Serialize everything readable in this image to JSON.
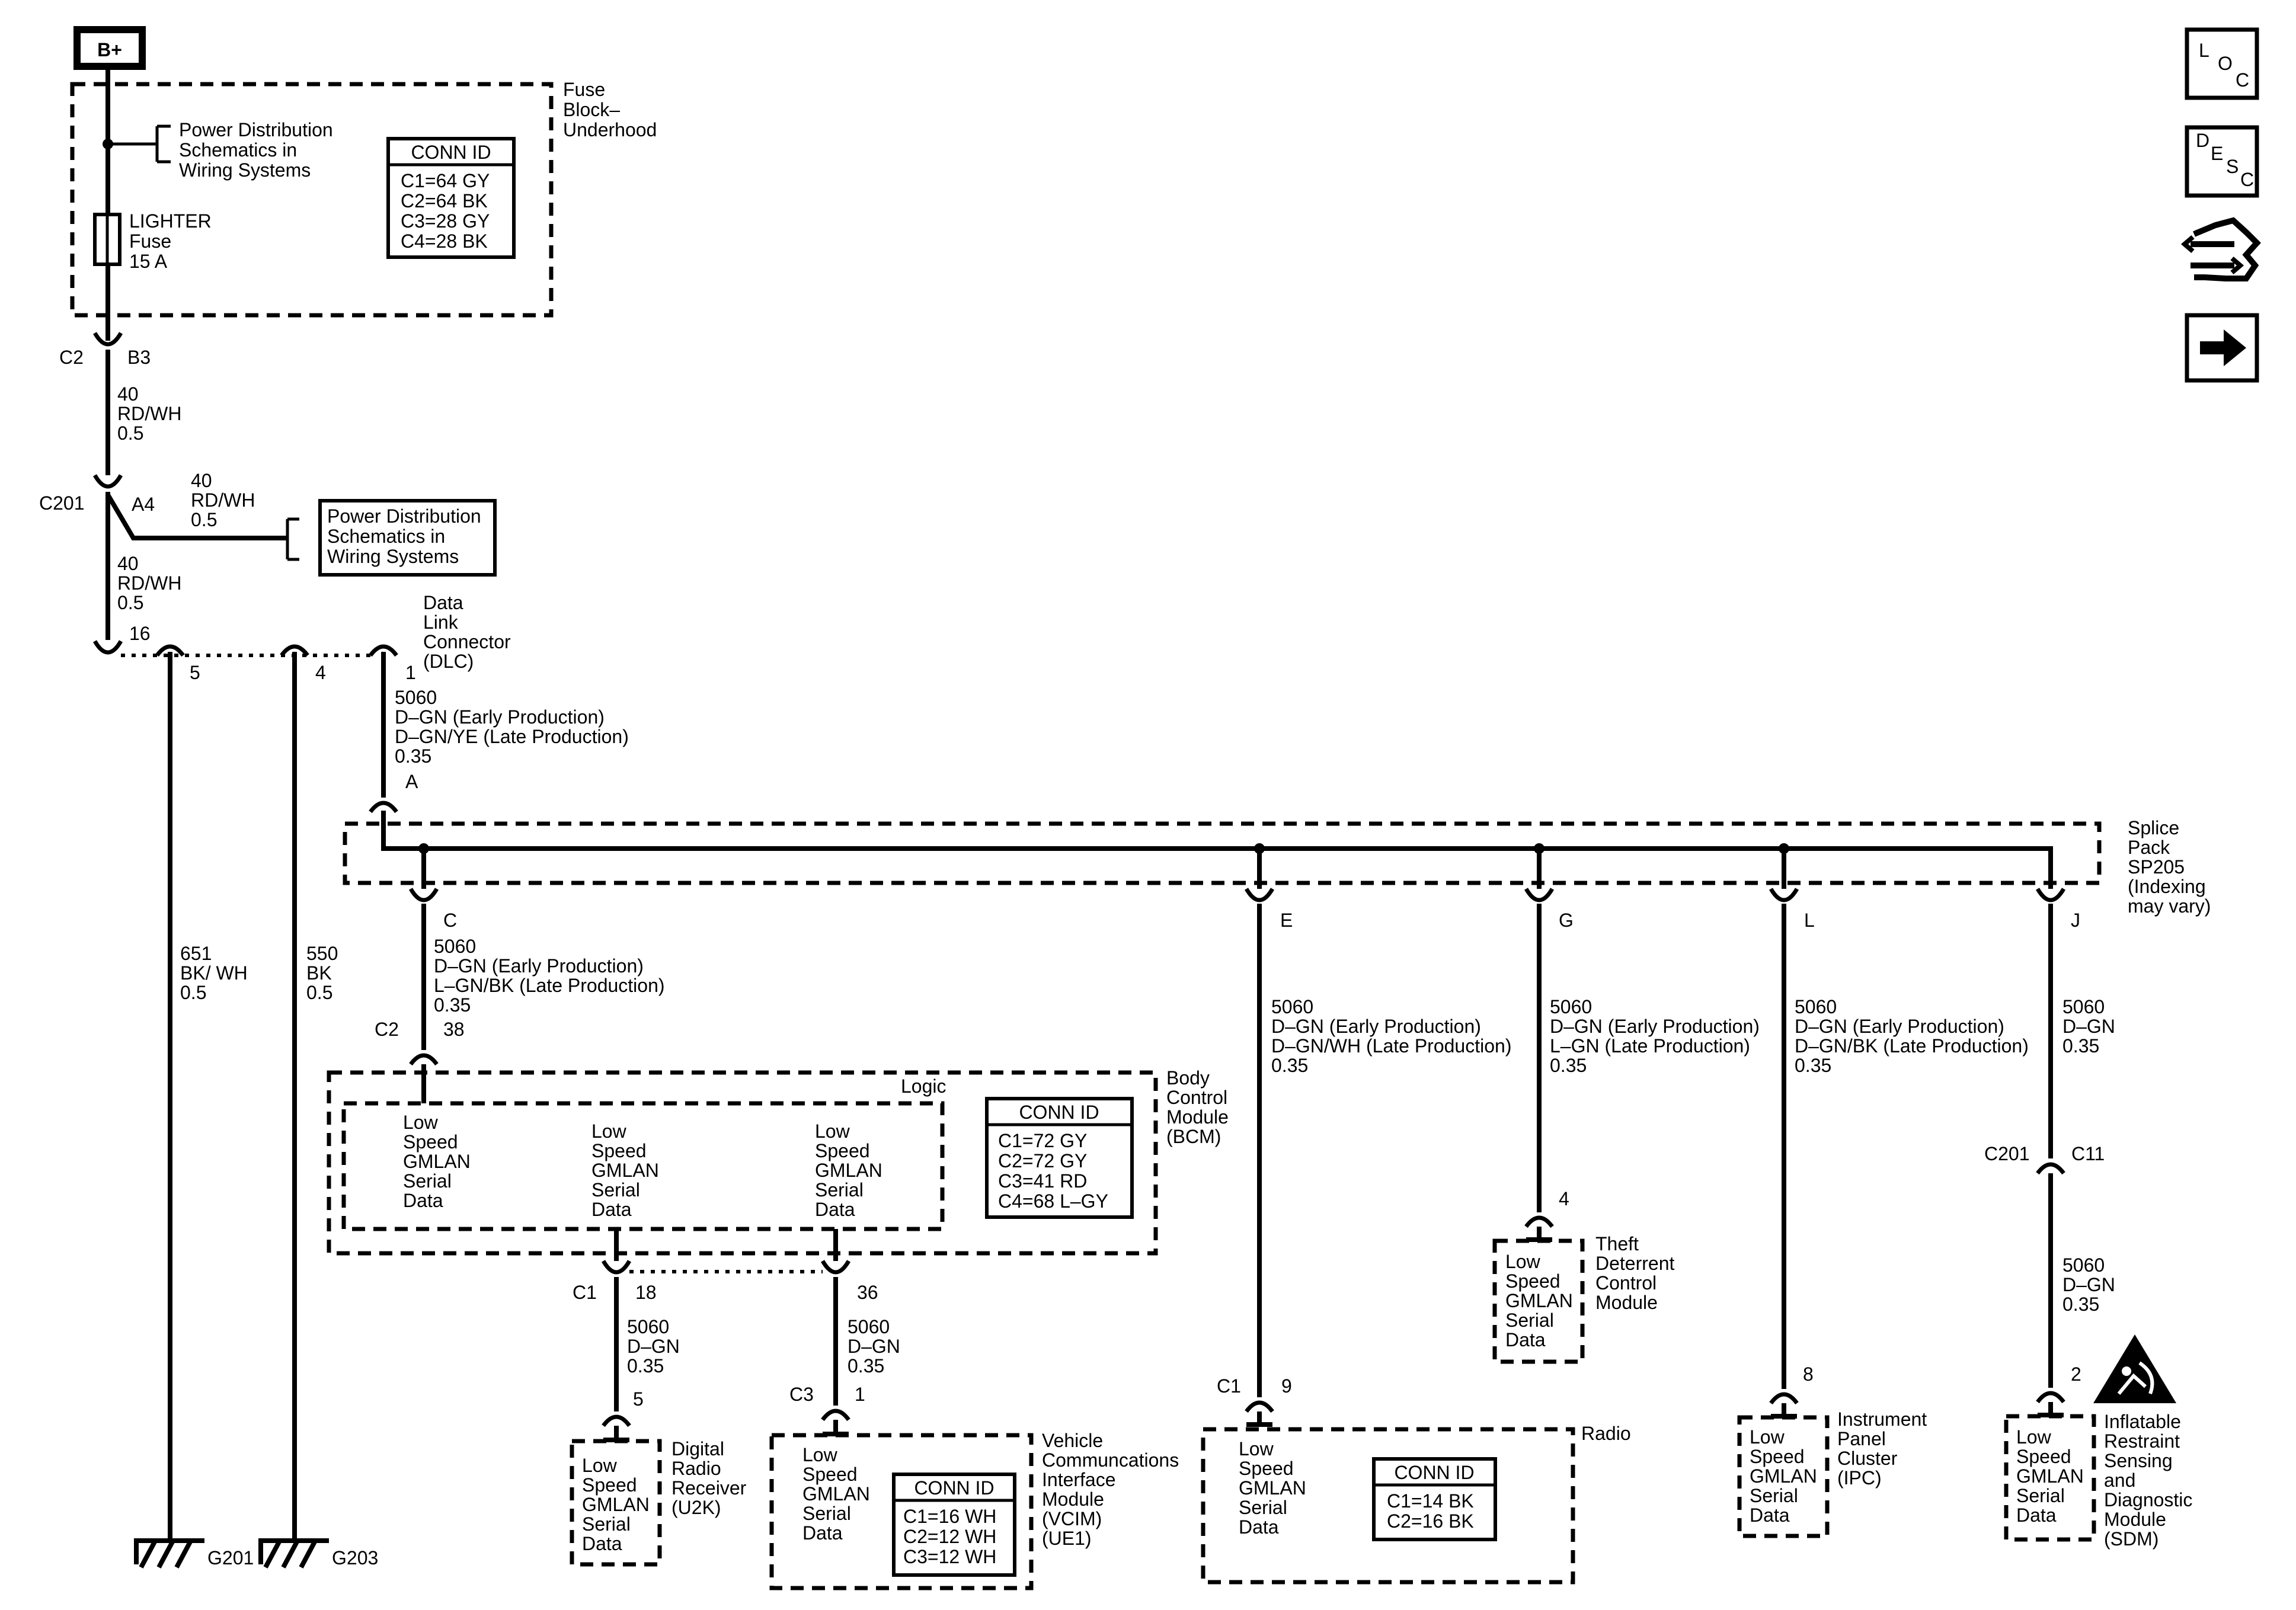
{
  "battery": "B+",
  "fuse_block": {
    "label": [
      "Fuse",
      "Block–",
      "Underhood"
    ],
    "pds_label": [
      "Power Distribution",
      "Schematics in",
      "Wiring Systems"
    ],
    "fuse_label": [
      "LIGHTER",
      "Fuse",
      "15 A"
    ],
    "conn_id": {
      "title": "CONN ID",
      "rows": [
        "C1=64 GY",
        "C2=64 BK",
        "C3=28 GY",
        "C4=28 BK"
      ]
    }
  },
  "c2": {
    "conn": "C2",
    "pin": "B3"
  },
  "wire_b3": [
    "40",
    "RD/WH",
    "0.5"
  ],
  "c201_top": {
    "conn": "C201",
    "pin": "A4"
  },
  "wire_a4_branch": [
    "40",
    "RD/WH",
    "0.5"
  ],
  "pds_box": [
    "Power Distribution",
    "Schematics in",
    "Wiring Systems"
  ],
  "wire_a4_down": [
    "40",
    "RD/WH",
    "0.5"
  ],
  "dlc": {
    "label": [
      "Data",
      "Link",
      "Connector",
      "(DLC)"
    ],
    "pins": {
      "p16": "16",
      "p5": "5",
      "p4": "4",
      "p1": "1"
    }
  },
  "wire_dlc1": [
    "5060",
    "D–GN (Early Production)",
    "D–GN/YE (Late Production)",
    "0.35"
  ],
  "wire_g201": [
    "651",
    "BK/ WH",
    "0.5"
  ],
  "wire_g203": [
    "550",
    "BK",
    "0.5"
  ],
  "grounds": [
    "G201",
    "G203"
  ],
  "splice_pack": {
    "label": [
      "Splice",
      "Pack",
      "SP205",
      "(Indexing",
      "may vary)"
    ],
    "pins": {
      "a": "A",
      "c": "C",
      "e": "E",
      "g": "G",
      "l": "L",
      "j": "J"
    }
  },
  "wire_c": [
    "5060",
    "D–GN (Early Production)",
    "L–GN/BK (Late Production)",
    "0.35"
  ],
  "wire_e": [
    "5060",
    "D–GN (Early Production)",
    "D–GN/WH (Late Production)",
    "0.35"
  ],
  "wire_g": [
    "5060",
    "D–GN (Early Production)",
    "L–GN (Late Production)",
    "0.35"
  ],
  "wire_l": [
    "5060",
    "D–GN (Early Production)",
    "D–GN/BK (Late Production)",
    "0.35"
  ],
  "wire_j": [
    "5060",
    "D–GN",
    "0.35"
  ],
  "bcm": {
    "conn_top": {
      "conn": "C2",
      "pin": "38"
    },
    "logic": "Logic",
    "label": [
      "Body",
      "Control",
      "Module",
      "(BCM)"
    ],
    "serial": [
      "Low",
      "Speed",
      "GMLAN",
      "Serial",
      "Data"
    ],
    "conn_id": {
      "title": "CONN ID",
      "rows": [
        "C1=72 GY",
        "C2=72 GY",
        "C3=41 RD",
        "C4=68 L–GY"
      ]
    },
    "conn_bottom": {
      "conn": "C1",
      "pin18": "18",
      "pin36": "36"
    }
  },
  "wire_18": [
    "5060",
    "D–GN",
    "0.35"
  ],
  "wire_36": [
    "5060",
    "D–GN",
    "0.35"
  ],
  "u2k": {
    "pin": "5",
    "label": [
      "Digital",
      "Radio",
      "Receiver",
      "(U2K)"
    ],
    "serial": [
      "Low",
      "Speed",
      "GMLAN",
      "Serial",
      "Data"
    ]
  },
  "vcim": {
    "conn": "C3",
    "pin": "1",
    "label": [
      "Vehicle",
      "Communcations",
      "Interface",
      "Module",
      "(VCIM)",
      "(UE1)"
    ],
    "serial": [
      "Low",
      "Speed",
      "GMLAN",
      "Serial",
      "Data"
    ],
    "conn_id": {
      "title": "CONN ID",
      "rows": [
        "C1=16 WH",
        "C2=12 WH",
        "C3=12 WH"
      ]
    }
  },
  "radio": {
    "conn": "C1",
    "pin": "9",
    "label": "Radio",
    "serial": [
      "Low",
      "Speed",
      "GMLAN",
      "Serial",
      "Data"
    ],
    "conn_id": {
      "title": "CONN ID",
      "rows": [
        "C1=14 BK",
        "C2=16 BK"
      ]
    }
  },
  "theft": {
    "pin": "4",
    "label": [
      "Theft",
      "Deterrent",
      "Control",
      "Module"
    ],
    "serial": [
      "Low",
      "Speed",
      "GMLAN",
      "Serial",
      "Data"
    ]
  },
  "ipc": {
    "pin": "8",
    "label": [
      "Instrument",
      "Panel",
      "Cluster",
      "(IPC)"
    ],
    "serial": [
      "Low",
      "Speed",
      "GMLAN",
      "Serial",
      "Data"
    ]
  },
  "c201_mid": {
    "conn": "C201",
    "pin": "C11"
  },
  "sdm": {
    "pin": "2",
    "label": [
      "Inflatable",
      "Restraint",
      "Sensing",
      "and",
      "Diagnostic",
      "Module",
      "(SDM)"
    ],
    "serial": [
      "Low",
      "Speed",
      "GMLAN",
      "Serial",
      "Data"
    ]
  },
  "nav": {
    "loc": [
      "L",
      "O",
      "C"
    ],
    "desc": [
      "D",
      "E",
      "S",
      "C"
    ]
  }
}
